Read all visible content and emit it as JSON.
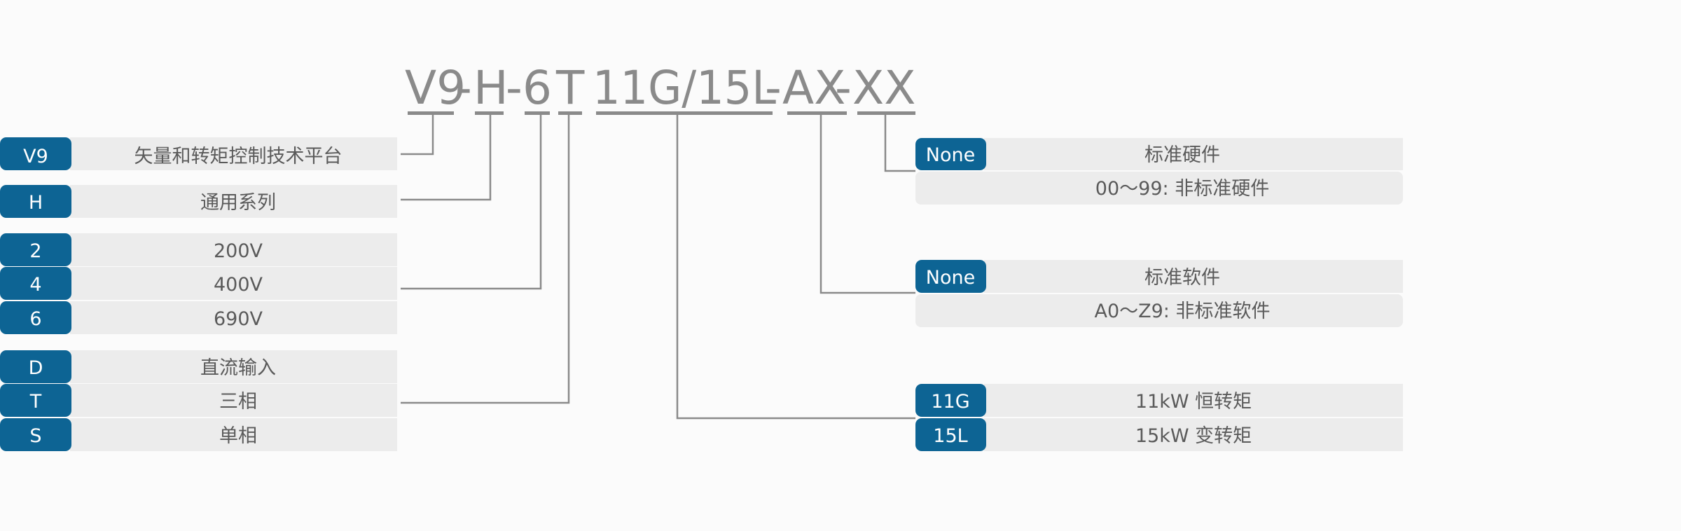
{
  "model_code": {
    "series": "V9",
    "sep1": "-",
    "type": "H",
    "sep2": "-",
    "voltage": "6",
    "input": "T",
    "power": "11G/15L",
    "sep3": "-",
    "software": "AX",
    "sep4": "-",
    "hardware": "XX"
  },
  "left_groups": {
    "series": [
      {
        "code": "V9",
        "desc": "矢量和转矩控制技术平台"
      }
    ],
    "type": [
      {
        "code": "H",
        "desc": "通用系列"
      }
    ],
    "voltage": [
      {
        "code": "2",
        "desc": "200V"
      },
      {
        "code": "4",
        "desc": "400V"
      },
      {
        "code": "6",
        "desc": "690V"
      }
    ],
    "input": [
      {
        "code": "D",
        "desc": "直流输入"
      },
      {
        "code": "T",
        "desc": "三相"
      },
      {
        "code": "S",
        "desc": "单相"
      }
    ]
  },
  "right_groups": {
    "hardware": {
      "code": "None",
      "desc": "标准硬件",
      "note": "00～99: 非标准硬件"
    },
    "software": {
      "code": "None",
      "desc": "标准软件",
      "note": "A0～Z9: 非标准软件"
    },
    "power": [
      {
        "code": "11G",
        "desc": "11kW 恒转矩"
      },
      {
        "code": "15L",
        "desc": "15kW 变转矩"
      }
    ]
  },
  "colors": {
    "tag": "#0d6494",
    "bar": "#ececec",
    "line": "#8a8a8a",
    "code_text": "#8a8a8a",
    "desc_text": "#5a5a5a",
    "background": "#fbfbfb"
  }
}
